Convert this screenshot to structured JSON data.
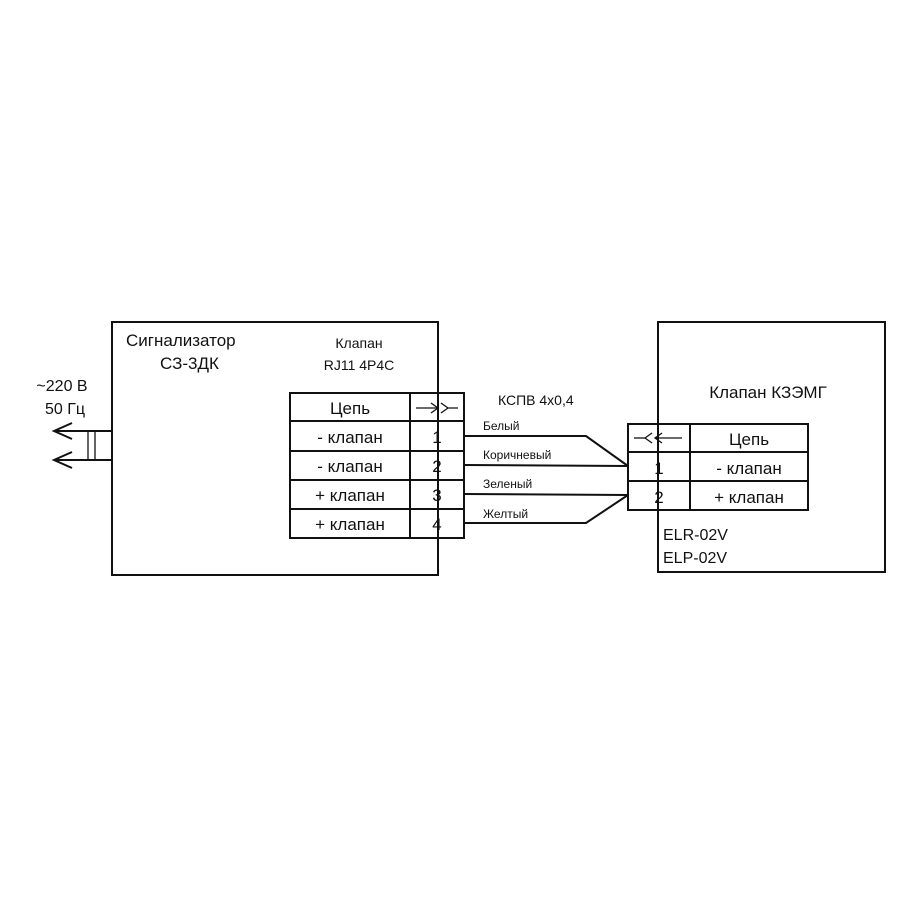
{
  "power": {
    "voltage": "~220 В",
    "frequency": "50 Гц"
  },
  "signalizer": {
    "title": "Сигнализатор",
    "model": "СЗ-3ДК"
  },
  "connector": {
    "title": "Клапан",
    "type": "RJ11 4P4C"
  },
  "left_table": {
    "header": {
      "circuit": "Цепь",
      "symbol": "→≻"
    },
    "rows": [
      {
        "circuit": "- клапан",
        "pin": "1"
      },
      {
        "circuit": "- клапан",
        "pin": "2"
      },
      {
        "circuit": "+ клапан",
        "pin": "3"
      },
      {
        "circuit": "+ клапан",
        "pin": "4"
      }
    ]
  },
  "cable": {
    "name": "КСПВ 4х0,4",
    "wires": [
      "Белый",
      "Коричневый",
      "Зеленый",
      "Желтый"
    ]
  },
  "valve": {
    "title": "Клапан КЗЭМГ",
    "models": [
      "ELR-02V",
      "ELP-02V"
    ]
  },
  "right_table": {
    "header": {
      "symbol": "≺←",
      "circuit": "Цепь"
    },
    "rows": [
      {
        "pin": "1",
        "circuit": "- клапан"
      },
      {
        "pin": "2",
        "circuit": "+ клапан"
      }
    ]
  }
}
